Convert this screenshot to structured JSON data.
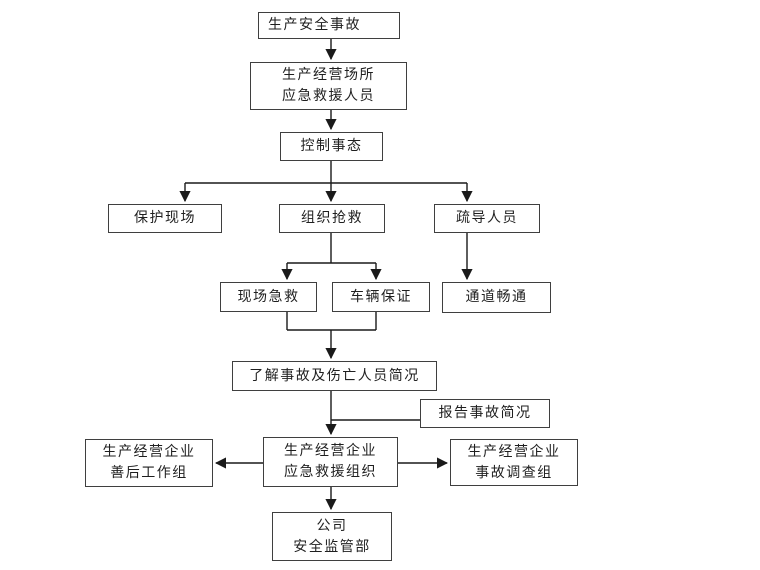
{
  "colors": {
    "box_border": "#3f3f3f",
    "connector": "#1a1a1a",
    "text": "#1f1f1f",
    "background": "#ffffff"
  },
  "nodes": {
    "accident": {
      "line1": "生产安全事故"
    },
    "site_rescuers": {
      "line1": "生产经营场所",
      "line2": "应急救援人员"
    },
    "control": {
      "line1": "控制事态"
    },
    "protect_scene": {
      "line1": "保护现场"
    },
    "organize_rescue": {
      "line1": "组织抢救"
    },
    "evacuate": {
      "line1": "疏导人员"
    },
    "first_aid": {
      "line1": "现场急救"
    },
    "vehicle": {
      "line1": "车辆保证"
    },
    "channel": {
      "line1": "通道畅通"
    },
    "brief": {
      "line1": "了解事故及伤亡人员简况"
    },
    "report": {
      "line1": "报告事故简况"
    },
    "aftermath": {
      "line1": "生产经营企业",
      "line2": "善后工作组"
    },
    "rescue_org": {
      "line1": "生产经营企业",
      "line2": "应急救援组织"
    },
    "investigation": {
      "line1": "生产经营企业",
      "line2": "事故调查组"
    },
    "company_dept": {
      "line1": "公司",
      "line2": "安全监管部"
    }
  }
}
